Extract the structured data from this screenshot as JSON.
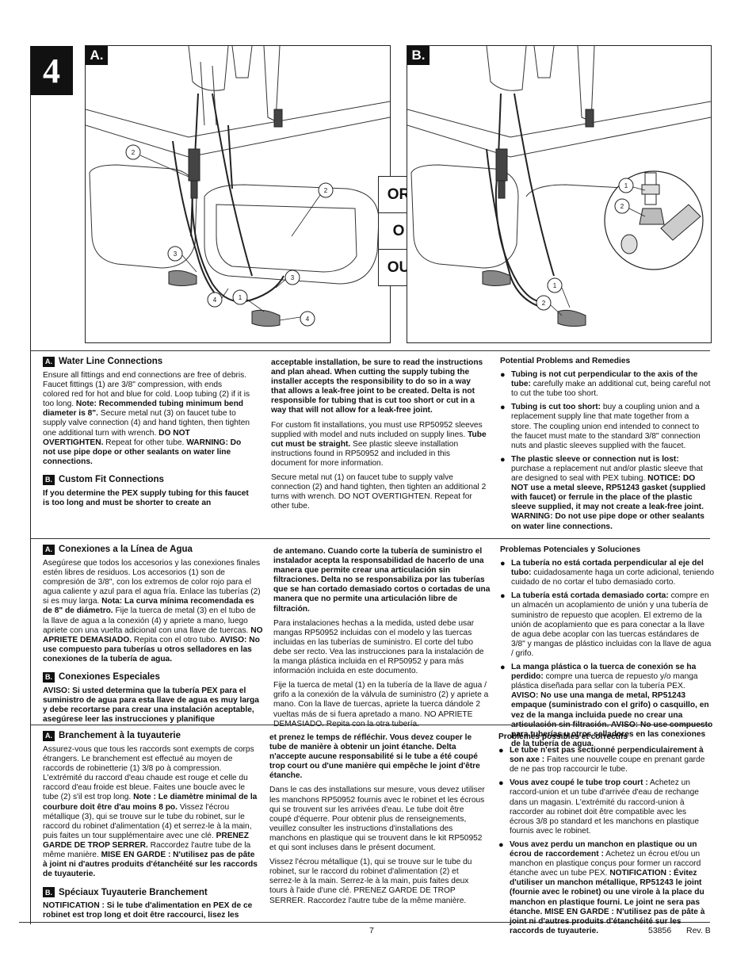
{
  "step_number": "4",
  "figures": {
    "a_label": "A.",
    "b_label": "B.",
    "or_options": [
      "OR",
      "O",
      "OU"
    ],
    "callouts": [
      "1",
      "2",
      "3",
      "4"
    ]
  },
  "english": {
    "a_heading": "Water Line Connections",
    "a_body": [
      {
        "t": "Ensure all fittings and end connections are free of debris. Faucet fittings (1) are 3/8\" compression, with ends colored red for hot and blue for cold. Loop tubing (2) if it is too long. ",
        "b": false
      },
      {
        "t": "Note: Recommended tubing minimum bend diameter is 8\".",
        "b": true
      },
      {
        "t": " Secure metal nut (3) on faucet tube to supply valve connection (4) and hand tighten, then tighten one additional turn with wrench. ",
        "b": false
      },
      {
        "t": "DO NOT OVERTIGHTEN.",
        "b": true
      },
      {
        "t": " Repeat for other tube. ",
        "b": false
      },
      {
        "t": "WARNING: Do not use pipe dope or other sealants on water line connections.",
        "b": true
      }
    ],
    "b_heading": "Custom Fit Connections",
    "b_bold": "If you determine the PEX supply tubing for this faucet is too long and must be shorter to create an acceptable installation, be sure to read the instructions and plan ahead. When cutting the supply tubing the installer accepts the responsibility to do so in a way that allows a leak-free joint to be created. Delta is not responsible for tubing that is cut too short or cut in a way that will not allow for a leak-free joint.",
    "p2": [
      {
        "t": "For custom fit installations, you must use RP50952 sleeves supplied with model and nuts included on supply lines. ",
        "b": false
      },
      {
        "t": "Tube cut must be straight.",
        "b": true
      },
      {
        "t": " See plastic sleeve installation instructions found in RP50952 and included in this document for more information.",
        "b": false
      }
    ],
    "p3": "Secure metal nut (1) on faucet tube to supply valve connection (2) and hand tighten, then tighten an additional 2 turns with wrench. DO NOT OVERTIGHTEN. Repeat for other tube.",
    "problems_heading": "Potential Problems and Remedies",
    "problems": [
      [
        {
          "t": "Tubing is not cut perpendicular to the axis of the tube:",
          "b": true
        },
        {
          "t": " carefully make an additional cut, being careful not to cut the tube too short.",
          "b": false
        }
      ],
      [
        {
          "t": "Tubing is cut too short:",
          "b": true
        },
        {
          "t": " buy a coupling union and a replacement supply line that mate together from a store. The coupling union end intended to connect to the faucet must mate to the standard 3/8\" connection nuts and plastic sleeves supplied with the faucet.",
          "b": false
        }
      ],
      [
        {
          "t": "The plastic sleeve or connection nut is lost:",
          "b": true
        },
        {
          "t": " purchase a replacement nut and/or plastic sleeve that are designed to seal with PEX tubing. ",
          "b": false
        },
        {
          "t": "NOTICE: DO NOT use a metal sleeve, RP51243 gasket (supplied with faucet) or ferrule in the place of the plastic sleeve supplied, it may not create a leak-free joint. WARNING: Do not use pipe dope or other sealants on water line connections.",
          "b": true
        }
      ]
    ]
  },
  "spanish": {
    "a_heading": "Conexiones a la Línea de Agua",
    "a_body": [
      {
        "t": "Asegúrese que todos los accesorios y las conexiones finales estén libres de residuos.  Los accesorios (1) son de compresión de 3/8\", con los extremos de color rojo para el agua caliente y azul para el agua fría. Enlace las tuberías (2) si es muy larga. ",
        "b": false
      },
      {
        "t": "Nota: La curva mínima recomendada es de 8\" de diámetro.",
        "b": true
      },
      {
        "t": " Fije la tuerca de metal (3) en el tubo de la llave de agua a la conexión (4) y apriete a mano, luego apriete con una vuelta adicional con una llave de tuercas. ",
        "b": false
      },
      {
        "t": "NO APRIETE DEMASIADO.",
        "b": true
      },
      {
        "t": " Repita con el otro tubo. ",
        "b": false
      },
      {
        "t": "AVISO: No use compuesto para tuberías u otros selladores en las conexiones de la tubería de agua.",
        "b": true
      }
    ],
    "b_heading": "Conexiones Especiales",
    "b_bold": "AVISO: Si usted determina que la tubería PEX para el suministro de agua para esta llave de agua es muy larga y debe recortarse para crear una instalación aceptable, asegúrese leer las instrucciones y planifique de antemano. Cuando corte la tubería de suministro el instalador acepta la responsabilidad de hacerlo de una manera que permite crear una articulación sin filtraciones. Delta no se responsabiliza por las tuberías que se han cortado demasiado cortos o cortadas de una manera que no permite una articulación libre de filtración.",
    "p2": "Para instalaciones hechas a la medida, usted debe usar mangas RP50952 incluidas con el modelo y las tuercas incluidas en las tuberías de suministro. El corte del tubo debe ser recto. Vea las instrucciones para la instalación de la manga plástica incluida en el RP50952 y para más información incluida en este documento.",
    "p3": "Fije la tuerca de metal (1) en la tubería de la llave de agua / grifo a la conexión de la válvula de suministro (2) y apriete a mano. Con la llave de tuercas, apriete la tuerca dándole 2 vueltas más de si fuera apretado a mano. NO APRIETE DEMASIADO. Repita con la otra tubería.",
    "problems_heading": "Problemas Potenciales y Soluciones",
    "problems": [
      [
        {
          "t": "La tubería no está cortada perpendicular al eje del tubo:",
          "b": true
        },
        {
          "t": " cuidadosamente haga un corte adicional, teniendo cuidado de no cortar el tubo demasiado corto.",
          "b": false
        }
      ],
      [
        {
          "t": "La tubería está cortada demasiado corta:",
          "b": true
        },
        {
          "t": " compre en un almacén un acoplamiento de unión y una tubería de suministro de repuesto que acoplen. El extremo de la unión de acoplamiento que es para conectar a la llave de agua debe acoplar con las tuercas estándares de 3/8\" y mangas de plástico incluidas con la llave de agua / grifo.",
          "b": false
        }
      ],
      [
        {
          "t": "La manga plástica o la tuerca de conexión se ha perdido:",
          "b": true
        },
        {
          "t": " compre una tuerca de repuesto y/o manga plástica diseñada para sellar con la tubería PEX. ",
          "b": false
        },
        {
          "t": "AVISO: No use una manga de metal, RP51243 empaque (suministrado con el grifo) o casquillo, en vez de la manga incluida puede no crear una articulación sin filtración. AVISO: No use compuesto para tuberías u otros selladores en las conexiones de la tubería de agua.",
          "b": true
        }
      ]
    ]
  },
  "french": {
    "a_heading": "Branchement à la tuyauterie",
    "a_body": [
      {
        "t": "Assurez-vous que tous les raccords sont exempts de corps étrangers. Le branchement est effectué au moyen de raccords de robinetterie (1) 3/8 po à compression. L'extrémité du raccord d'eau chaude est rouge et celle du raccord d'eau froide est bleue. Faites une boucle avec le tube (2) s'il est trop long. ",
        "b": false
      },
      {
        "t": "Note : Le diamètre minimal de la courbure doit être d'au moins 8 po.",
        "b": true
      },
      {
        "t": " Vissez l'écrou métallique (3), qui se trouve sur le tube du robinet, sur le raccord du robinet d'alimentation (4) et serrez-le à la main, puis faites un tour supplémentaire avec une clé. ",
        "b": false
      },
      {
        "t": "PRENEZ GARDE DE TROP SERRER.",
        "b": true
      },
      {
        "t": " Raccordez l'autre tube de la même manière. ",
        "b": false
      },
      {
        "t": "MISE EN GARDE : N'utilisez pas de pâte à joint ni d'autres produits d'étanchéité sur les raccords de tuyauterie.",
        "b": true
      }
    ],
    "b_heading": "Spéciaux Tuyauterie Branchement",
    "b_bold": "NOTIFICATION : Si le tube d'alimentation en PEX de ce robinet est trop long et doit être raccourci, lisez les instructions et prenez le temps de réfléchir. Vous devez couper le tube de manière à obtenir un joint étanche. Delta n'accepte aucune responsabilité si le tube a été coupé trop court ou d'une manière qui empêche le joint d'être étanche.",
    "p2": "Dans le cas des installations sur mesure, vous devez utiliser les manchons RP50952 fournis avec le robinet et les écrous qui se trouvent sur les arrivées d'eau. Le tube doit être coupé d'équerre. Pour obtenir plus de renseignements, veuillez consulter les instructions d'installations des manchons en plastique qui se trouvent dans le kit RP50952 et qui sont incluses dans le présent document.",
    "p3": "Vissez l'écrou métallique (1), qui se trouve sur le tube du robinet, sur le raccord du robinet d'alimentation (2) et serrez-le à la main. Serrez-le à la main, puis faites deux tours à l'aide d'une clé. PRENEZ GARDE DE TROP SERRER. Raccordez l'autre tube de la même manière.",
    "problems_heading": "Problèmes possibles et correctifs",
    "problems": [
      [
        {
          "t": "Le tube n'est pas sectionné perpendiculairement à son axe :",
          "b": true
        },
        {
          "t": " Faites une nouvelle coupe en prenant garde de ne pas trop raccourcir le tube.",
          "b": false
        }
      ],
      [
        {
          "t": "Vous avez coupé le tube trop court :",
          "b": true
        },
        {
          "t": " Achetez un raccord-union et un tube d'arrivée d'eau de rechange dans un magasin. L'extrémité du raccord-union à raccorder au robinet doit être compatible avec les écrous 3/8 po standard et les manchons en plastique fournis avec le robinet.",
          "b": false
        }
      ],
      [
        {
          "t": "Vous avez perdu un manchon en plastique ou un écrou de raccordement :",
          "b": true
        },
        {
          "t": " Achetez un écrou et/ou un manchon en plastique conçus pour former un raccord étanche avec un tube PEX. ",
          "b": false
        },
        {
          "t": "NOTIFICATION : Évitez d'utiliser un manchon métallique, RP51243 le joint (fournie avec le robinet) ou une virole à la place du manchon en plastique fourni. Le joint ne sera pas étanche. MISE EN GARDE : N'utilisez pas de pâte à joint ni d'autres produits d'étanchéité sur les raccords de tuyauterie.",
          "b": true
        }
      ]
    ]
  },
  "footer": {
    "page": "7",
    "doc": "53856",
    "rev": "Rev. B"
  }
}
